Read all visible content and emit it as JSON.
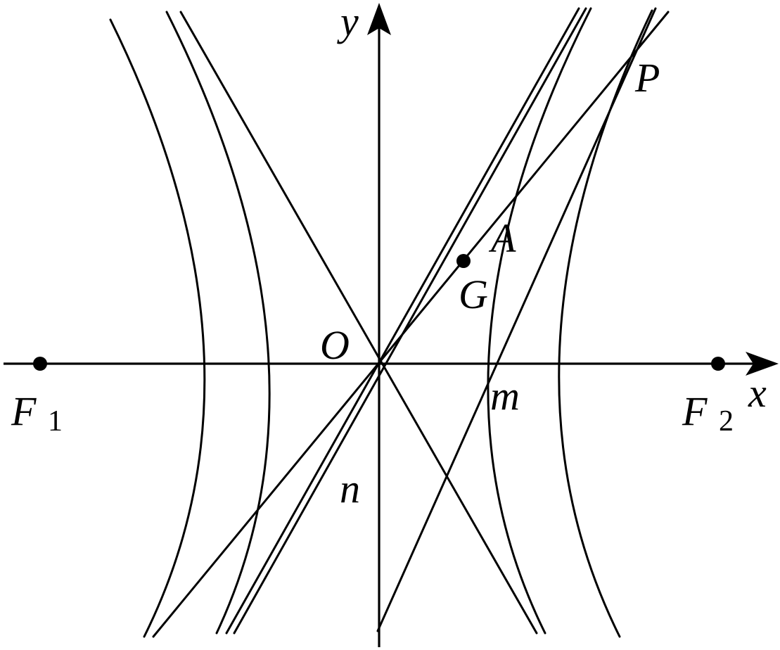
{
  "labels": {
    "x_axis": "x",
    "y_axis": "y",
    "origin": "O",
    "focus_left": "F",
    "focus_left_sub": "1",
    "focus_right": "F",
    "focus_right_sub": "2",
    "point_p": "P",
    "point_a": "A",
    "point_g": "G",
    "line_m": "m",
    "line_n": "n"
  },
  "colors": {
    "stroke": "#000000",
    "background": "#ffffff"
  }
}
